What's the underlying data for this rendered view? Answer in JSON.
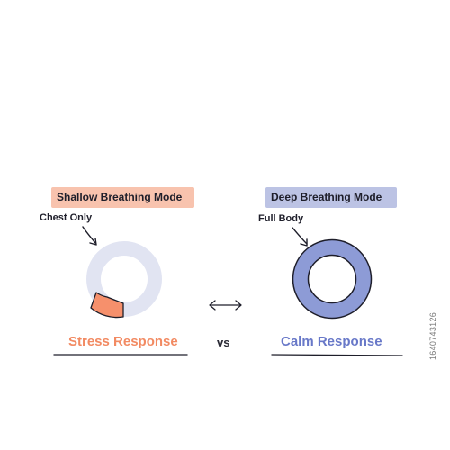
{
  "left": {
    "mode_label": "Shallow Breathing Mode",
    "callout": "Chest Only",
    "response": "Stress Response",
    "label_bg": "#f8c3ae",
    "accent": "#f28a62",
    "ring_fill_fraction": 0.2
  },
  "right": {
    "mode_label": "Deep Breathing Mode",
    "callout": "Full Body",
    "response": "Calm Response",
    "label_bg": "#bcc3e4",
    "accent": "#6878c8",
    "ring_fill_fraction": 1.0
  },
  "compare": {
    "vs": "vs",
    "arrow_icon": "double-arrow-icon"
  },
  "watermark": {
    "text": "1640743126"
  },
  "colors": {
    "ink": "#1e1e2a",
    "faded_ring": "#e1e4f2",
    "calm_ring": "#8d9bd6",
    "stress_segment": "#f6906c"
  }
}
